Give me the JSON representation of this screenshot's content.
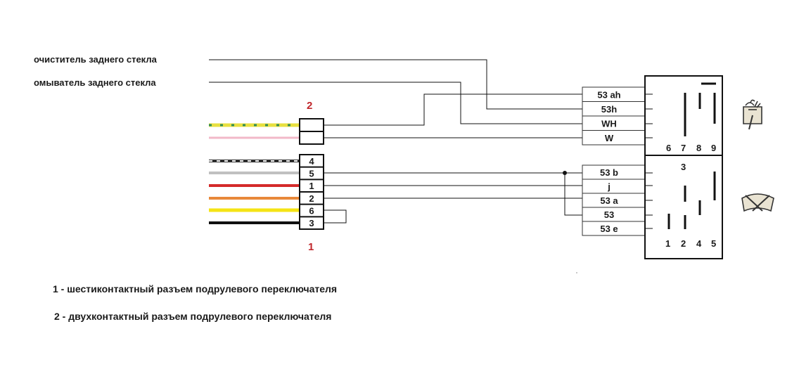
{
  "top_labels": {
    "rear_wiper": "очиститель заднего стекла",
    "rear_washer": "омыватель  заднего стекла"
  },
  "connector2": {
    "number": "2"
  },
  "connector1": {
    "number": "1",
    "pins": [
      "4",
      "5",
      "1",
      "2",
      "6",
      "3"
    ]
  },
  "switch_top_terminals": [
    "53 ah",
    "53h",
    "WH",
    "W"
  ],
  "switch_bottom_terminals": [
    "53 b",
    "j",
    "53 a",
    "53",
    "53 e"
  ],
  "switch_block_top": {
    "numbers": [
      "6",
      "7",
      "8",
      "9"
    ]
  },
  "switch_block_bottom": {
    "label": "3",
    "numbers": [
      "1",
      "2",
      "4",
      "5"
    ]
  },
  "legend": {
    "item1": "1 - шестиконтактный  разъем  подрулевого  переключателя",
    "item2": "2 - двухконтактный разъем  подрулевого  переключателя"
  },
  "wire_colors": {
    "yellow_green": "#e8e040",
    "pink": "#f2b8c8",
    "white_green": "#2e8b57",
    "grey": "#c0c0c0",
    "red": "#d42a2a",
    "orange": "#e8883a",
    "yellow": "#f5e415",
    "black": "#111111"
  },
  "icons": [
    "rear-washer-icon",
    "rear-wiper-icon"
  ]
}
